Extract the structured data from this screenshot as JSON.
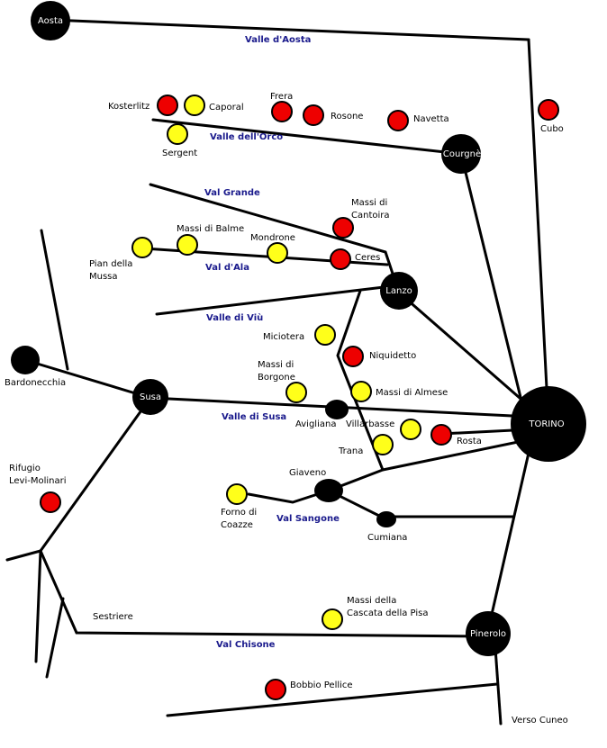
{
  "cities": {
    "aosta": "Aosta",
    "courgne": "Courgnè",
    "lanzo": "Lanzo",
    "susa": "Susa",
    "torino": "TORINO",
    "pinerolo": "Pinerolo"
  },
  "places": {
    "bardonecchia": "Bardonecchia",
    "avigliana": "Avigliana",
    "villarbasse": "Villarbasse",
    "trana": "Trana",
    "rosta": "Rosta",
    "giaveno": "Giaveno",
    "cumiana": "Cumiana",
    "sestriere": "Sestriere",
    "verso_cuneo": "Verso Cuneo"
  },
  "valleys": {
    "valle_aosta": "Valle d'Aosta",
    "valle_orco": "Valle dell'Orco",
    "val_grande": "Val Grande",
    "val_ala": "Val d'Ala",
    "valle_viu": "Valle di Viù",
    "valle_susa": "Valle di Susa",
    "val_sangone": "Val Sangone",
    "val_chisone": "Val Chisone"
  },
  "spots": {
    "kosterlitz": "Kosterlitz",
    "caporal": "Caporal",
    "sergent": "Sergent",
    "frera": "Frera",
    "rosone": "Rosone",
    "navetta": "Navetta",
    "cubo": "Cubo",
    "massi_cantoira_1": "Massi di",
    "massi_cantoira_2": "Cantoira",
    "massi_balme": "Massi di Balme",
    "mondrone": "Mondrone",
    "pian_mussa_1": "Pian della",
    "pian_mussa_2": "Mussa",
    "ceres": "Ceres",
    "miciotera": "Miciotera",
    "niquidetto": "Niquidetto",
    "massi_borgone_1": "Massi di",
    "massi_borgone_2": "Borgone",
    "massi_almese": "Massi di Almese",
    "rifugio_1": "Rifugio",
    "rifugio_2": "Levi-Molinari",
    "forno_1": "Forno di",
    "forno_2": "Coazze",
    "cascata_1": "Massi della",
    "cascata_2": "Cascata della Pisa",
    "bobbio": "Bobbio Pellice"
  },
  "colors": {
    "red_spot": "#ee0000",
    "yellow_spot": "#ffff1a",
    "road": "#000000",
    "valley_text": "#1a1a8c"
  }
}
